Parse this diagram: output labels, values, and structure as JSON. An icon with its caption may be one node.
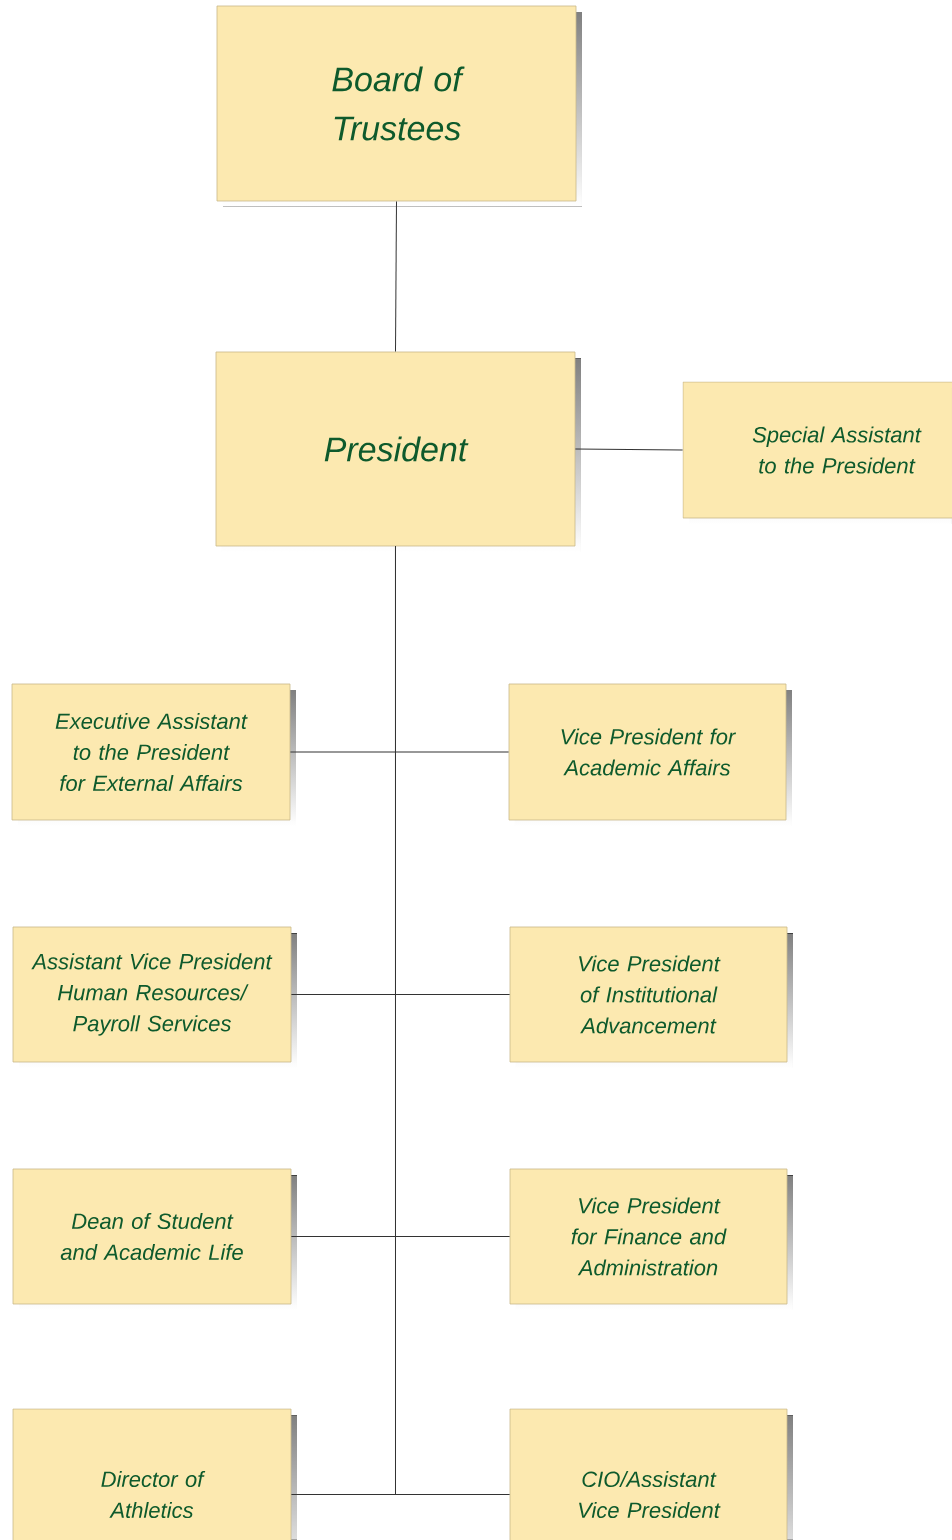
{
  "diagram": {
    "nodes": [
      {
        "text": [
          "Board of Trustees"
        ]
      },
      {
        "text": [
          "President"
        ]
      },
      {
        "text": [
          "Special Assistant to the President"
        ]
      },
      {
        "text": [
          "Executive Assistant to the President for External Affairs"
        ]
      },
      {
        "text": [
          "Vice President for Academic Affairs"
        ]
      },
      {
        "text": [
          "Assistant Vice President Human Resources/ Payroll Services"
        ]
      },
      {
        "text": [
          "Vice President of Institutional Advancement"
        ]
      },
      {
        "text": [
          "Dean of Student and Academic Life"
        ]
      },
      {
        "text": [
          "Vice President for Finance and Administration"
        ]
      },
      {
        "text": [
          "Director of Athletics"
        ]
      },
      {
        "text": [
          "CIO/Assistant Vice President"
        ]
      }
    ],
    "edges": [
      {
        "from": 0,
        "to": 1,
        "arrow": "none"
      },
      {
        "from": 1,
        "to": 2,
        "arrow": "none"
      },
      {
        "from": 1,
        "to": 3,
        "arrow": "none"
      },
      {
        "from": 1,
        "to": 4,
        "arrow": "none"
      },
      {
        "from": 1,
        "to": 5,
        "arrow": "none"
      },
      {
        "from": 1,
        "to": 6,
        "arrow": "none"
      },
      {
        "from": 1,
        "to": 7,
        "arrow": "none"
      },
      {
        "from": 1,
        "to": 8,
        "arrow": "none"
      },
      {
        "from": 1,
        "to": 9,
        "arrow": "none"
      },
      {
        "from": 1,
        "to": 10,
        "arrow": "none"
      }
    ]
  }
}
